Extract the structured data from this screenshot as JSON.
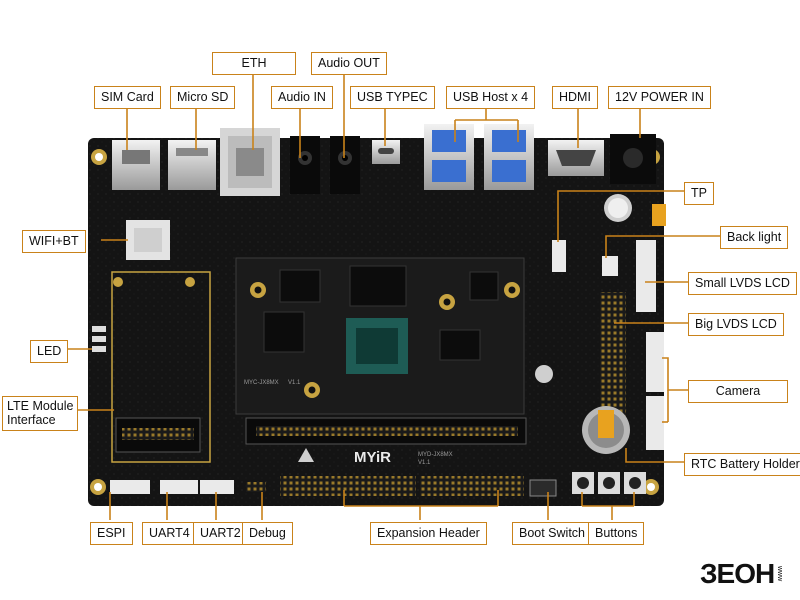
{
  "labels": {
    "eth": "ETH",
    "audio_out": "Audio OUT",
    "sim_card": "SIM Card",
    "micro_sd": "Micro SD",
    "audio_in": "Audio IN",
    "usb_typec": "USB TYPEC",
    "usb_host": "USB Host x 4",
    "hdmi": "HDMI",
    "power_in": "12V POWER IN",
    "tp": "TP",
    "wifi_bt": "WIFI+BT",
    "back_light": "Back light",
    "small_lvds": "Small LVDS LCD",
    "big_lvds": "Big LVDS LCD",
    "led": "LED",
    "camera": "Camera",
    "lte_module": "LTE Module\nInterface",
    "rtc_battery": "RTC Battery Holder",
    "espi": "ESPI",
    "uart4": "UART4",
    "uart2": "UART2",
    "debug": "Debug",
    "expansion_header": "Expansion Header",
    "boot_switch": "Boot Switch",
    "buttons": "Buttons"
  },
  "board": {
    "brand_text": "MYiR",
    "module_text": "MYC-JX8MX",
    "module_ver": "V1.1",
    "board_text": "MYD-JX8MX",
    "board_ver": "V1.1"
  },
  "watermark": {
    "main": "ЗЕОН",
    "sub": "www"
  },
  "colors": {
    "accent": "#c9821a",
    "board": "#111111",
    "label_border": "#c9821a"
  }
}
